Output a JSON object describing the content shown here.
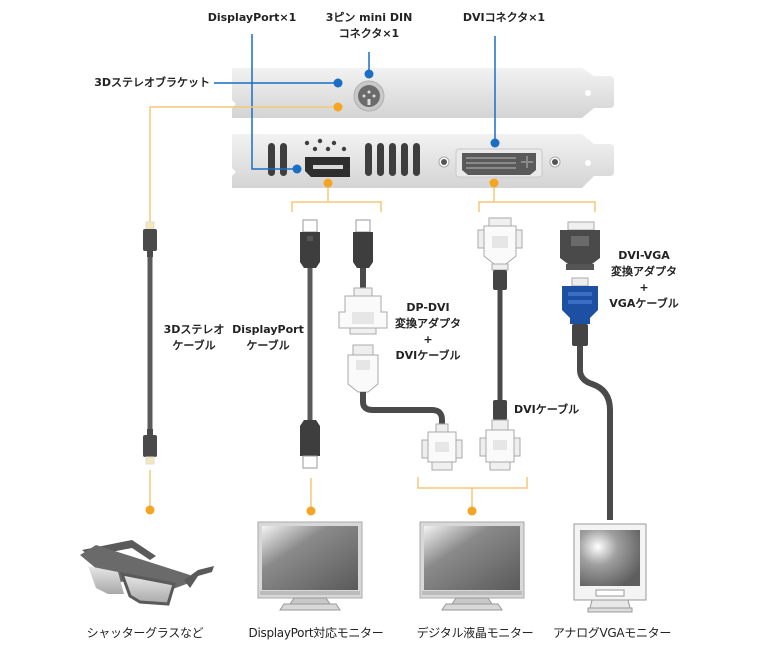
{
  "colors": {
    "callout_blue": "#1a6fc4",
    "bracket_orange": "#f4a521",
    "bracket_line": "#f6c878",
    "cable_gray": "#4a4a4a",
    "bracket_metal": "#e6e6e6",
    "vga_blue": "#1d4fa3"
  },
  "callouts": {
    "displayport_connector": "DisplayPort×1",
    "mini_din_line1": "3ピン mini DIN",
    "mini_din_line2": "コネクタ×1",
    "dvi_connector": "DVIコネクタ×1",
    "stereo_bracket": "3Dステレオブラケット"
  },
  "cables": {
    "stereo_cable_line1": "3Dステレオ",
    "stereo_cable_line2": "ケーブル",
    "dp_cable_line1": "DisplayPort",
    "dp_cable_line2": "ケーブル",
    "dp_dvi_line1": "DP-DVI",
    "dp_dvi_line2": "変換アダプタ",
    "dp_dvi_line3": "+",
    "dp_dvi_line4": "DVIケーブル",
    "dvi_cable": "DVIケーブル",
    "dvi_vga_line1": "DVI-VGA",
    "dvi_vga_line2": "変換アダプタ",
    "dvi_vga_line3": "+",
    "dvi_vga_line4": "VGAケーブル"
  },
  "devices": {
    "shutter_glasses": "シャッターグラスなど",
    "dp_monitor": "DisplayPort対応モニター",
    "digital_lcd": "デジタル液晶モニター",
    "analog_vga": "アナログVGAモニター"
  }
}
